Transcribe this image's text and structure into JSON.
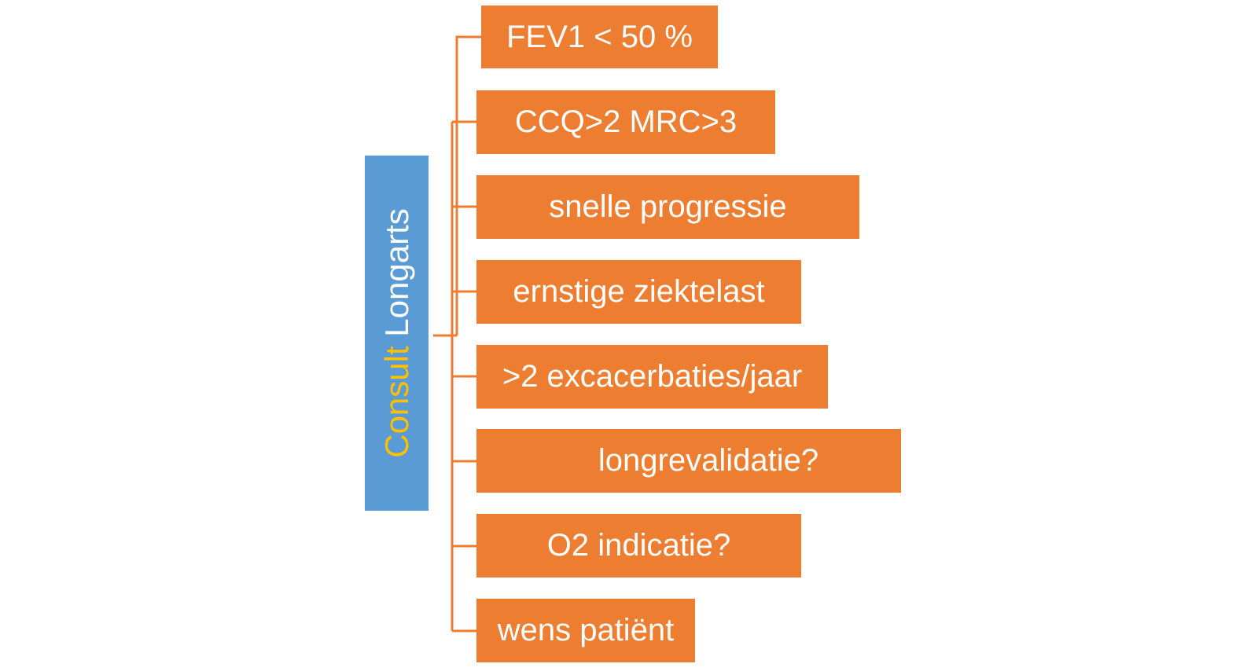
{
  "root": {
    "word1": "Consult",
    "word2": "Longarts"
  },
  "branches": [
    {
      "label": "FEV1 < 50 %"
    },
    {
      "label": "CCQ>2 MRC>3"
    },
    {
      "label": "snelle progressie"
    },
    {
      "label": "ernstige ziektelast"
    },
    {
      "label": ">2 excacerbaties/jaar"
    },
    {
      "label": "longrevalidatie?"
    },
    {
      "label": "O2 indicatie?"
    },
    {
      "label": "wens patiënt"
    }
  ],
  "colors": {
    "root_fill": "#5b9bd5",
    "root_word1": "#ffc000",
    "root_word2": "#ffffff",
    "branch_fill": "#ed7d31",
    "branch_text": "#ffffff",
    "connector": "#ed7d31"
  }
}
